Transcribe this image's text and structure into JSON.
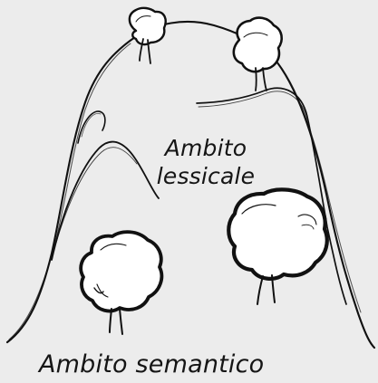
{
  "labels": {
    "inner_line_1": "Ambito",
    "inner_line_2": "lessicale",
    "outer": "Ambito semantico"
  }
}
